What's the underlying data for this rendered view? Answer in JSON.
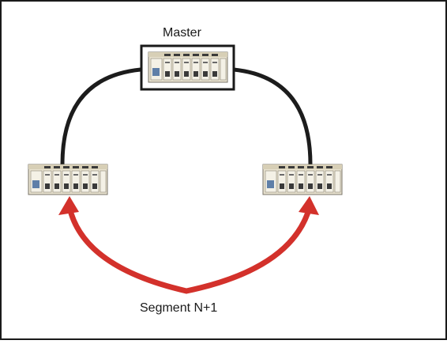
{
  "diagram": {
    "master_label": "Master",
    "segment_label": "Segment N+1",
    "colors": {
      "background": "#ffffff",
      "border": "#1a1a1a",
      "ring": "#1c1c1c",
      "arrow": "#d3312b",
      "device_body": "#e8e2cf",
      "device_module": "#f4f1e6"
    },
    "nodes": [
      {
        "role": "master",
        "icon": "switch-device-icon"
      },
      {
        "role": "left",
        "icon": "switch-device-icon"
      },
      {
        "role": "right",
        "icon": "switch-device-icon"
      }
    ]
  }
}
